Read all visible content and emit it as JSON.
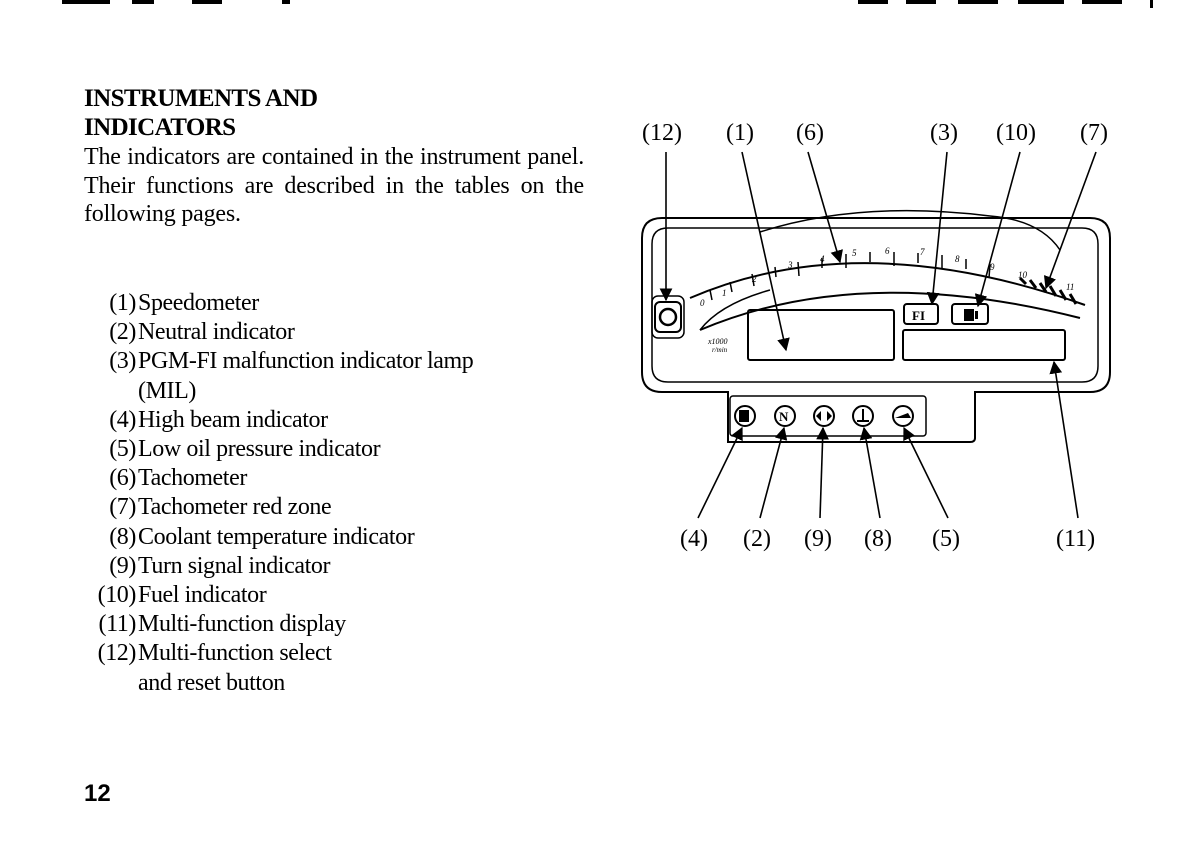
{
  "heading": {
    "line1": "INSTRUMENTS AND",
    "line2": "INDICATORS"
  },
  "intro": "The indicators are contained in the instrument panel. Their functions are described in the tables on the following pages.",
  "legend": [
    {
      "num": "(1)",
      "label": "Speedometer"
    },
    {
      "num": "(2)",
      "label": "Neutral indicator"
    },
    {
      "num": "(3)",
      "label": "PGM-FI malfunction indicator lamp",
      "cont": "(MIL)"
    },
    {
      "num": "(4)",
      "label": "High beam indicator"
    },
    {
      "num": "(5)",
      "label": "Low oil pressure indicator"
    },
    {
      "num": "(6)",
      "label": "Tachometer"
    },
    {
      "num": "(7)",
      "label": "Tachometer red zone"
    },
    {
      "num": "(8)",
      "label": "Coolant temperature indicator"
    },
    {
      "num": "(9)",
      "label": "Turn signal indicator"
    },
    {
      "num": "(10)",
      "label": "Fuel indicator"
    },
    {
      "num": "(11)",
      "label": "Multi-function display"
    },
    {
      "num": "(12)",
      "label": "Multi-function select",
      "cont": "and reset button"
    }
  ],
  "diagram": {
    "callouts_top": [
      "(12)",
      "(1)",
      "(6)",
      "(3)",
      "(10)",
      "(7)"
    ],
    "callouts_bottom": [
      "(4)",
      "(2)",
      "(9)",
      "(8)",
      "(5)",
      "(11)"
    ],
    "tach_ticks": [
      "0",
      "1",
      "2",
      "3",
      "4",
      "5",
      "6",
      "7",
      "8",
      "9",
      "10",
      "11"
    ],
    "rpm_unit": "x1000",
    "rpm_unit2": "r/min",
    "fi_label": "FI",
    "neutral_label": "N"
  },
  "page_number": "12"
}
